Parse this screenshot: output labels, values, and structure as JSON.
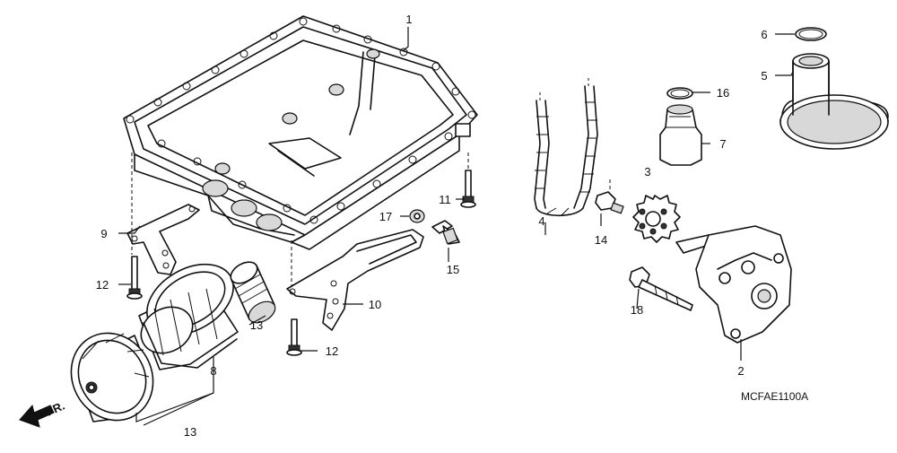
{
  "callouts": [
    {
      "id": "c1",
      "label": "1"
    },
    {
      "id": "c2",
      "label": "2"
    },
    {
      "id": "c3",
      "label": "3"
    },
    {
      "id": "c4",
      "label": "4"
    },
    {
      "id": "c5",
      "label": "5"
    },
    {
      "id": "c6",
      "label": "6"
    },
    {
      "id": "c7",
      "label": "7"
    },
    {
      "id": "c8",
      "label": "8"
    },
    {
      "id": "c9",
      "label": "9"
    },
    {
      "id": "c10",
      "label": "10"
    },
    {
      "id": "c11",
      "label": "11"
    },
    {
      "id": "c12a",
      "label": "12"
    },
    {
      "id": "c12b",
      "label": "12"
    },
    {
      "id": "c13a",
      "label": "13"
    },
    {
      "id": "c13b",
      "label": "13"
    },
    {
      "id": "c14",
      "label": "14"
    },
    {
      "id": "c15",
      "label": "15"
    },
    {
      "id": "c16",
      "label": "16"
    },
    {
      "id": "c17",
      "label": "17"
    },
    {
      "id": "c18",
      "label": "18"
    }
  ],
  "direction_marker": "FR.",
  "diagram_code": "MCFAE1100A"
}
